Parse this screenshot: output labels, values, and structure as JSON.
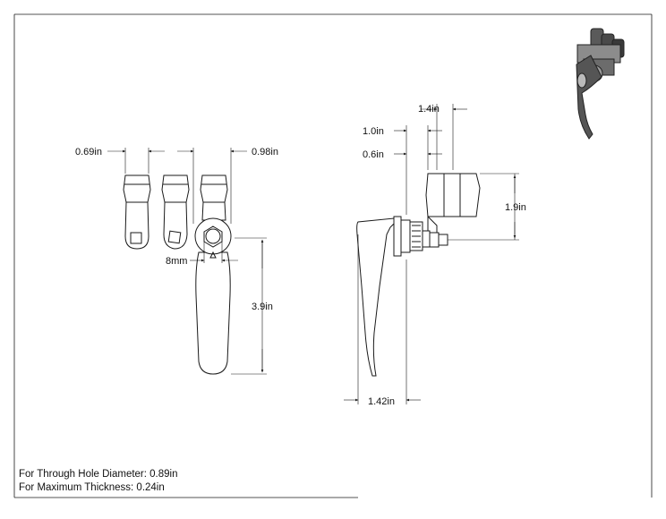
{
  "dimensions": {
    "cam_left": "0.69in",
    "cam_right": "0.98in",
    "hex": "8mm",
    "handle_length": "3.9in",
    "side_top": "1.4in",
    "side_1_0": "1.0in",
    "side_0_6": "0.6in",
    "side_height": "1.9in",
    "side_bottom": "1.42in"
  },
  "notes": {
    "through_hole": "For Through Hole Diameter: 0.89in",
    "max_thickness": "For Maximum Thickness: 0.24in"
  },
  "colors": {
    "line": "#1a1a1a",
    "paper": "#ffffff",
    "thumb_dark": "#3a3a3a",
    "thumb_light": "#9a9a9a"
  }
}
